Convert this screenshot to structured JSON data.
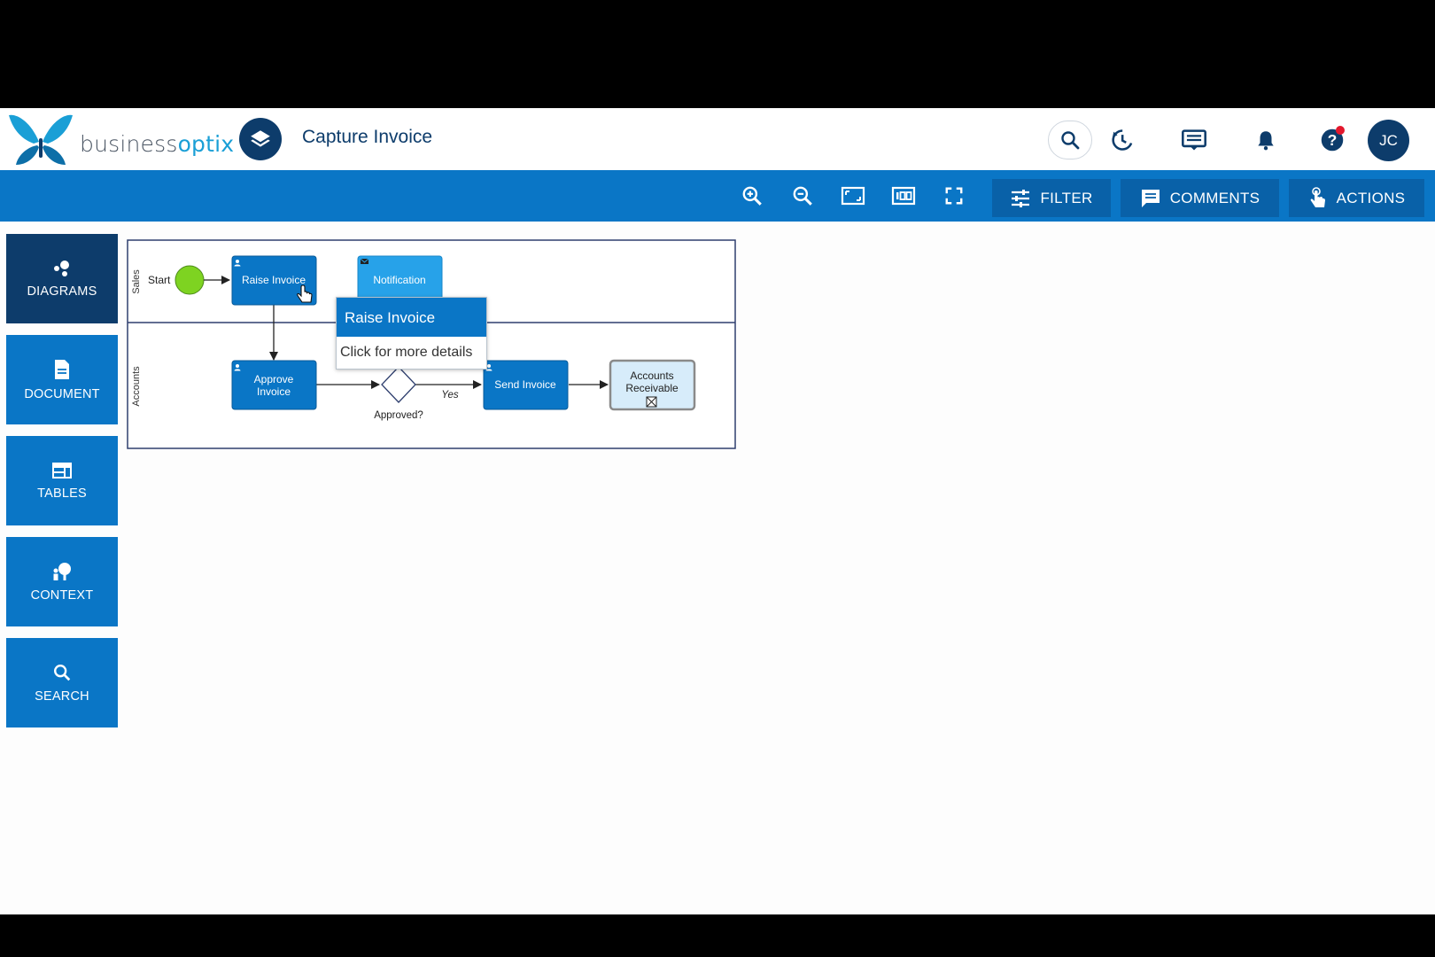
{
  "brand": {
    "name_part1": "business",
    "name_part2": "optix"
  },
  "page": {
    "title": "Capture Invoice"
  },
  "header": {
    "icons": [
      "search-icon",
      "history-icon",
      "messages-icon",
      "bell-icon",
      "help-icon"
    ],
    "user_initials": "JC"
  },
  "toolbar": {
    "icons": [
      "zoom-in-icon",
      "zoom-out-icon",
      "fit-page-icon",
      "zoom-100-icon",
      "fullscreen-icon"
    ],
    "filter_label": "FILTER",
    "comments_label": "COMMENTS",
    "actions_label": "ACTIONS"
  },
  "sidebar": {
    "items": [
      {
        "label": "DIAGRAMS",
        "icon": "diagrams-icon",
        "active": true
      },
      {
        "label": "DOCUMENT",
        "icon": "document-icon",
        "active": false
      },
      {
        "label": "TABLES",
        "icon": "tables-icon",
        "active": false
      },
      {
        "label": "CONTEXT",
        "icon": "context-icon",
        "active": false
      },
      {
        "label": "SEARCH",
        "icon": "search-icon",
        "active": false
      }
    ]
  },
  "diagram": {
    "lanes": [
      "Sales",
      "Accounts"
    ],
    "start_label": "Start",
    "tasks": {
      "raise_invoice": "Raise Invoice",
      "notification": "Notification",
      "approve_invoice_1": "Approve",
      "approve_invoice_2": "Invoice",
      "send_invoice": "Send Invoice",
      "accounts_receivable_1": "Accounts",
      "accounts_receivable_2": "Receivable"
    },
    "gateway_label": "Approved?",
    "yes_label": "Yes"
  },
  "tooltip": {
    "title": "Raise Invoice",
    "body": "Click for more details"
  },
  "colors": {
    "brand_dark": "#0d3c6b",
    "brand_blue": "#0a76c6",
    "task_blue": "#0a76c6",
    "notification_blue": "#27a2e9",
    "start_green": "#7ed321",
    "alert_red": "#e3182d"
  }
}
